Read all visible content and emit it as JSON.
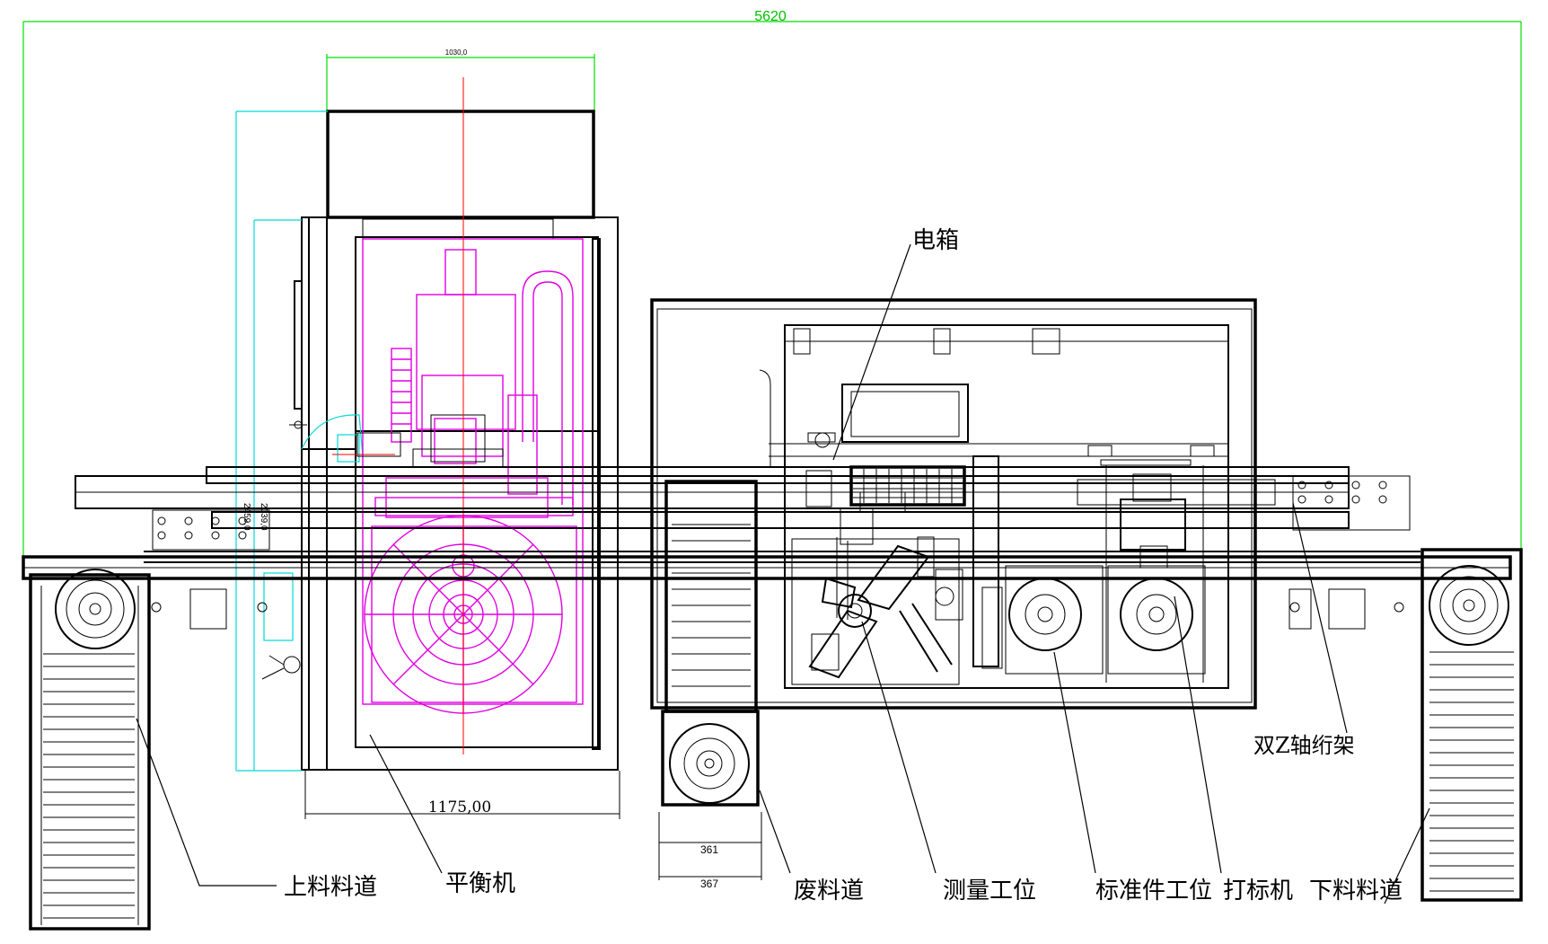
{
  "labels": {
    "electric_box": "电箱",
    "dual_z_axis_frame": "双Z轴绗架",
    "loading_conveyor": "上料料道",
    "balancing_machine": "平衡机",
    "waste_conveyor": "废料道",
    "measuring_station": "测量工位",
    "standard_part_station": "标准件工位",
    "marking_machine": "打标机",
    "unloading_conveyor": "下料料道"
  },
  "dimensions": {
    "overall_width": "5620",
    "balancer_frame_width": "1175,00",
    "waste_inner_width": "361",
    "waste_outer_width": "367",
    "balancer_top_width": "1030,0",
    "balancer_depth_outer": "2459,0",
    "balancer_depth_inner": "2039,0"
  },
  "colors": {
    "outline": "#000000",
    "balancer_internals": "#e000e0",
    "dimension_cyan": "#00d8d8",
    "dimension_green": "#00e000",
    "centerline": "#ff0000"
  }
}
